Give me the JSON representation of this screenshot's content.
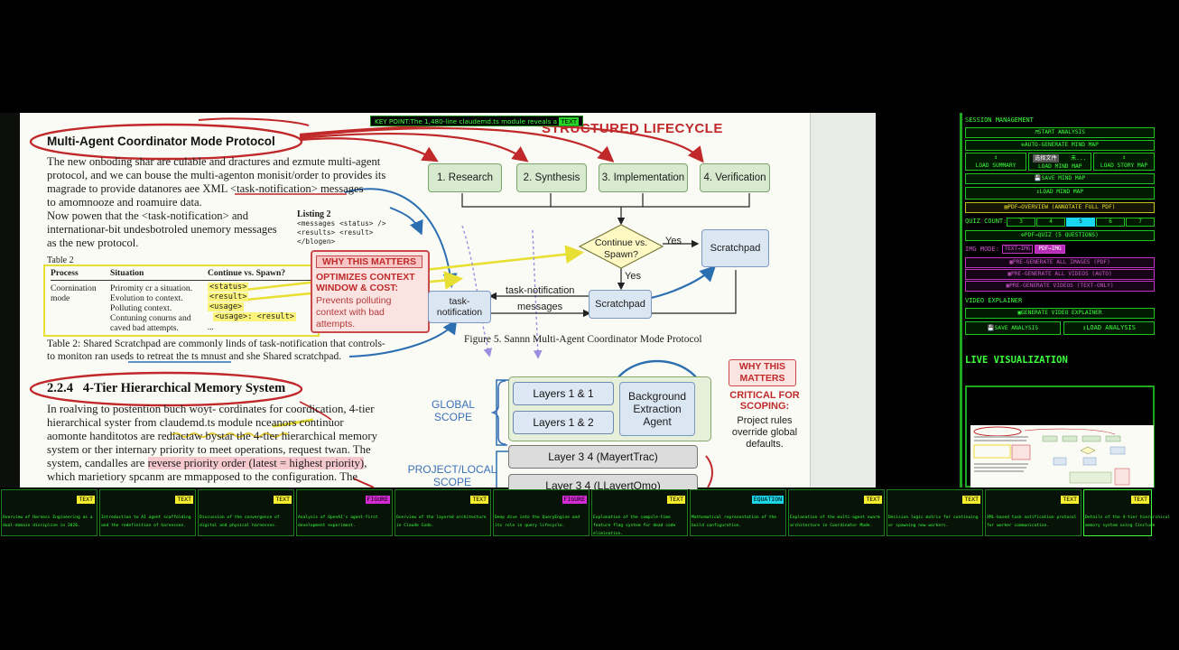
{
  "key_point": {
    "text": "KEY POINT:The 1,480-line claudemd.ts module reveals a",
    "tag": "TEXT"
  },
  "paper": {
    "title": "Multi-Agent Coordinator Mode Protocol",
    "para1": [
      "The new onboding shar are culable and dractures and ezmute multi-agent",
      "protocol, and we can bouse the multi-agenton monisit/order to provides its",
      "magrade to provide datanores aee XML <task-notification> messages",
      "to amomnooze and roamuire data.",
      "Now powen that the <task-notification> and",
      "internationar-bit undesbotroled unemory messages",
      "as the new protocol."
    ],
    "listing": {
      "title": "Listing 2",
      "lines": [
        "<messages <status> />",
        "<results> <result>",
        "</blogen>"
      ]
    },
    "table": {
      "label": "Table 2",
      "headers": [
        "Process",
        "Situation",
        "Continue vs. Spawn?"
      ],
      "process": "Coornination mode",
      "situations": [
        "Priromity cr a situation.",
        "Evolution to context.",
        "Polluting context.",
        "Contuning conurns and",
        "caved bad attempts."
      ],
      "values": [
        "<status>",
        "<result>",
        "<usage>",
        "<usage>: <result>",
        "..."
      ]
    },
    "caption": "Table 2:  Shared Scratchpad are commonly linds of task-notification that controls-",
    "caption2": "to moniton ran useds to retreat the ts mnust and she Shared scratchpad.",
    "why_box": {
      "title": "WHY THIS MATTERS",
      "bold": [
        "OPTIMIZES CONTEXT",
        "WINDOW & COST:"
      ],
      "body": [
        "Prevents polluting",
        "context with bad",
        "attempts."
      ]
    },
    "section": "2.2.4   4-Tier Hierarchical Memory System",
    "para2": [
      "In roalving to postention buch woyt- cordinates for coordication, 4-tier",
      "hierarchical syster from claudemd.ts module    nceanors continuor",
      "aomonte handitotos are rediactaw bystar the 4-tier hierarchical memory",
      "system or ther internary priority to meet operations, request twan. The",
      "system, candalles are reverse priority order (latest = highest priority),",
      "which marietiory spcanm are mmapposed to the configuration.  The"
    ],
    "highlight": "reverse priority order (latest = highest priority)"
  },
  "diagram": {
    "heading": "STRUCTURED LIFECYCLE",
    "phases": [
      "1. Research",
      "2. Synthesis",
      "3. Implementation",
      "4. Verification"
    ],
    "decision": [
      "Continue vs.",
      "Spawn?"
    ],
    "yes1": "Yes",
    "yes2": "Yes",
    "scratchpad_top": "Scratchpad",
    "scratchpad_mid": "Scratchpad",
    "task_box": [
      "task-",
      "notification"
    ],
    "arrow_label1": "task-notification",
    "arrow_label2": "messages",
    "figure_caption": "Figure 5. Sannn Multi-Agent Coordinator Mode Protocol",
    "global_scope": [
      "GLOBAL",
      "SCOPE"
    ],
    "project_scope": [
      "PROJECT/LOCAL",
      "SCOPE"
    ],
    "layers": [
      "Layers 1 & 1",
      "Layers 1 & 2",
      "Layer 3 4 (MayertTrac)",
      "Layer 3 4 (LLayertOmo)"
    ],
    "bg_agent": [
      "Background",
      "Extraction",
      "Agent"
    ],
    "why_box": {
      "title": [
        "WHY THIS",
        "MATTERS"
      ],
      "bold": [
        "CRITICAL FOR",
        "SCOPING:"
      ],
      "body": [
        "Project rules",
        "override global",
        "defaults."
      ]
    }
  },
  "panel": {
    "session_title": "SESSION MANAGEMENT",
    "start_analysis": "START ANALYSIS",
    "auto_mind_map": "AUTO-GENERATE MIND MAP",
    "load_summary": "LOAD SUMMARY",
    "load_mind_map": "LOAD MIND MAP",
    "load_story_map": "LOAD STORY MAP",
    "file_chooser": "选择文件",
    "file_status": "未...",
    "save_mind_map": "SAVE MIND MAP",
    "load_mind_map2": "LOAD MIND MAP",
    "pdf_overview": "PDF→OVERVIEW (ANNOTATE FULL PDF)",
    "quiz_label": "QUIZ COUNT:",
    "quiz_options": [
      "3",
      "4",
      "5",
      "6",
      "7"
    ],
    "quiz_selected": "5",
    "pdf_quiz": "PDF→QUIZ (5 QUESTIONS)",
    "img_mode": "IMG MODE:",
    "img_modes": [
      "TEXT→IMG",
      "PDF→IMG"
    ],
    "pregen_images": "PRE-GENERATE ALL IMAGES (PDF)",
    "pregen_videos_auto": "PRE-GENERATE ALL VIDEOS (AUTO)",
    "pregen_videos_text": "PRE-GENERATE VIDEOS (TEXT-ONLY)",
    "video_title": "VIDEO EXPLAINER",
    "gen_video": "GENERATE VIDEO EXPLAINER",
    "save_analysis": "SAVE ANALYSIS",
    "load_analysis": "LOAD ANALYSIS",
    "live_viz": "LIVE VISUALIZATION"
  },
  "cards": [
    {
      "tag": "TEXT",
      "text": "Overview of Harness Engineering as a dual-domain discipline in 2026."
    },
    {
      "tag": "TEXT",
      "text": "Introduction to AI agent scaffolding and the redefinition of harnesses."
    },
    {
      "tag": "TEXT",
      "text": "Discussion of the convergence of digital and physical harnesses."
    },
    {
      "tag": "FIGURE",
      "text": "Analysis of OpenAI's agent-first development experiment."
    },
    {
      "tag": "TEXT",
      "text": "Overview of the layered architecture in Claude Code."
    },
    {
      "tag": "FIGURE",
      "text": "Deep dive into the QueryEngine and its role in query lifecycle."
    },
    {
      "tag": "TEXT",
      "text": "Explanation of the compile-time feature flag system for dead code elimination."
    },
    {
      "tag": "EQUATION",
      "text": "Mathematical representation of the build configuration."
    },
    {
      "tag": "TEXT",
      "text": "Explanation of the multi-agent swarm architecture in Coordinator Mode."
    },
    {
      "tag": "TEXT",
      "text": "Decision logic matrix for continuing or spawning new workers."
    },
    {
      "tag": "TEXT",
      "text": "XML-based task notification protocol for worker communication."
    },
    {
      "tag": "TEXT",
      "text": "Details of the 4-tier hierarchical memory system using Cinclude"
    }
  ],
  "colors": {
    "accent_green": "#3dff3d",
    "tag_text": "#f5ee2e",
    "tag_figure": "#d42bd4",
    "tag_equation": "#1ad4e8",
    "annotation_red": "#c0282a",
    "annotation_blue": "#2b6fb1",
    "annotation_yellow": "#e8df34"
  }
}
